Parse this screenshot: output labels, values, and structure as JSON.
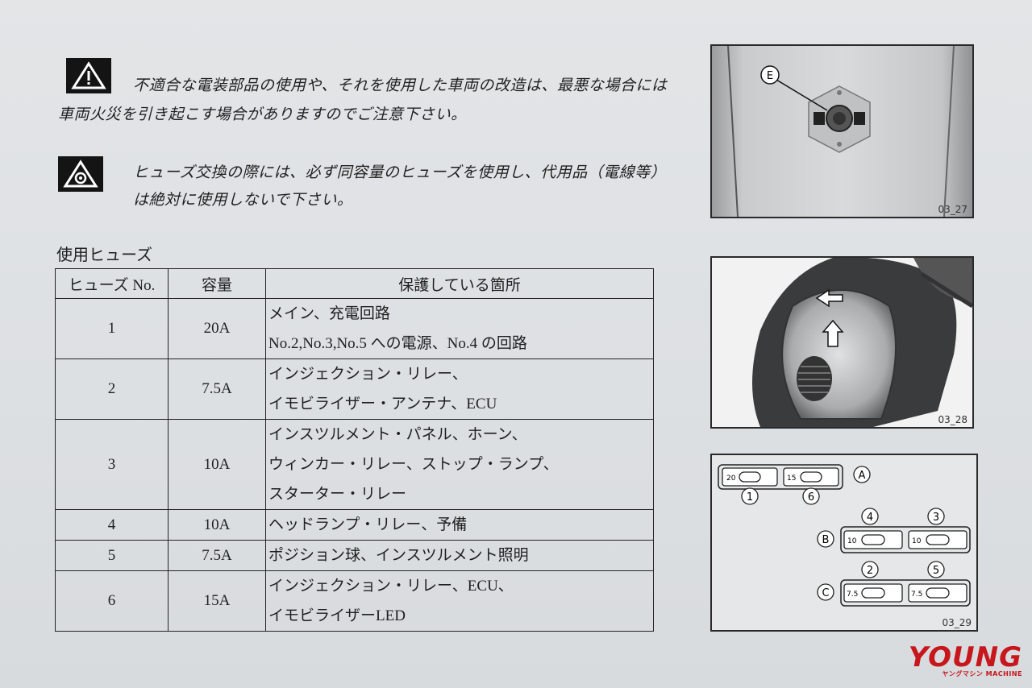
{
  "warnings": [
    {
      "line1": "不適合な電装部品の使用や、それを使用した車両の改造は、最悪な場合には",
      "line2": "車両火災を引き起こす場合がありますのでご注意下さい。"
    },
    {
      "line1": "ヒューズ交換の際には、必ず同容量のヒューズを使用し、代用品（電線等）",
      "line2": "は絶対に使用しないで下さい。"
    }
  ],
  "section_title": "使用ヒューズ",
  "table": {
    "headers": [
      "ヒューズ No.",
      "容量",
      "保護している箇所"
    ],
    "rows": [
      {
        "no": "1",
        "cap": "20A",
        "loc": [
          "メイン、充電回路",
          "No.2,No.3,No.5 への電源、No.4 の回路"
        ]
      },
      {
        "no": "2",
        "cap": "7.5A",
        "loc": [
          "インジェクション・リレー、",
          "イモビライザー・アンテナ、ECU"
        ]
      },
      {
        "no": "3",
        "cap": "10A",
        "loc": [
          "インスツルメント・パネル、ホーン、",
          "ウィンカー・リレー、ストップ・ランプ、",
          "スターター・リレー"
        ]
      },
      {
        "no": "4",
        "cap": "10A",
        "loc": [
          "ヘッドランプ・リレー、予備"
        ]
      },
      {
        "no": "5",
        "cap": "7.5A",
        "loc": [
          "ポジション球、インスツルメント照明"
        ]
      },
      {
        "no": "6",
        "cap": "15A",
        "loc": [
          "インジェクション・リレー、ECU、",
          "イモビライザーLED"
        ]
      }
    ]
  },
  "figures": {
    "fig1": {
      "label": "03_27",
      "marker": "E"
    },
    "fig2": {
      "label": "03_28"
    },
    "fig3": {
      "label": "03_29",
      "rows": [
        "A",
        "B",
        "C"
      ],
      "fuse_values": {
        "a1": "20",
        "a6": "15",
        "b4": "10",
        "b3": "10",
        "c2": "7.5",
        "c5": "7.5"
      },
      "fuse_numbers": {
        "n1": "1",
        "n6": "6",
        "n4": "4",
        "n3": "3",
        "n2": "2",
        "n5": "5"
      }
    }
  },
  "logo": {
    "main": "YOUNG",
    "sub": "ヤングマシン MACHINE"
  }
}
